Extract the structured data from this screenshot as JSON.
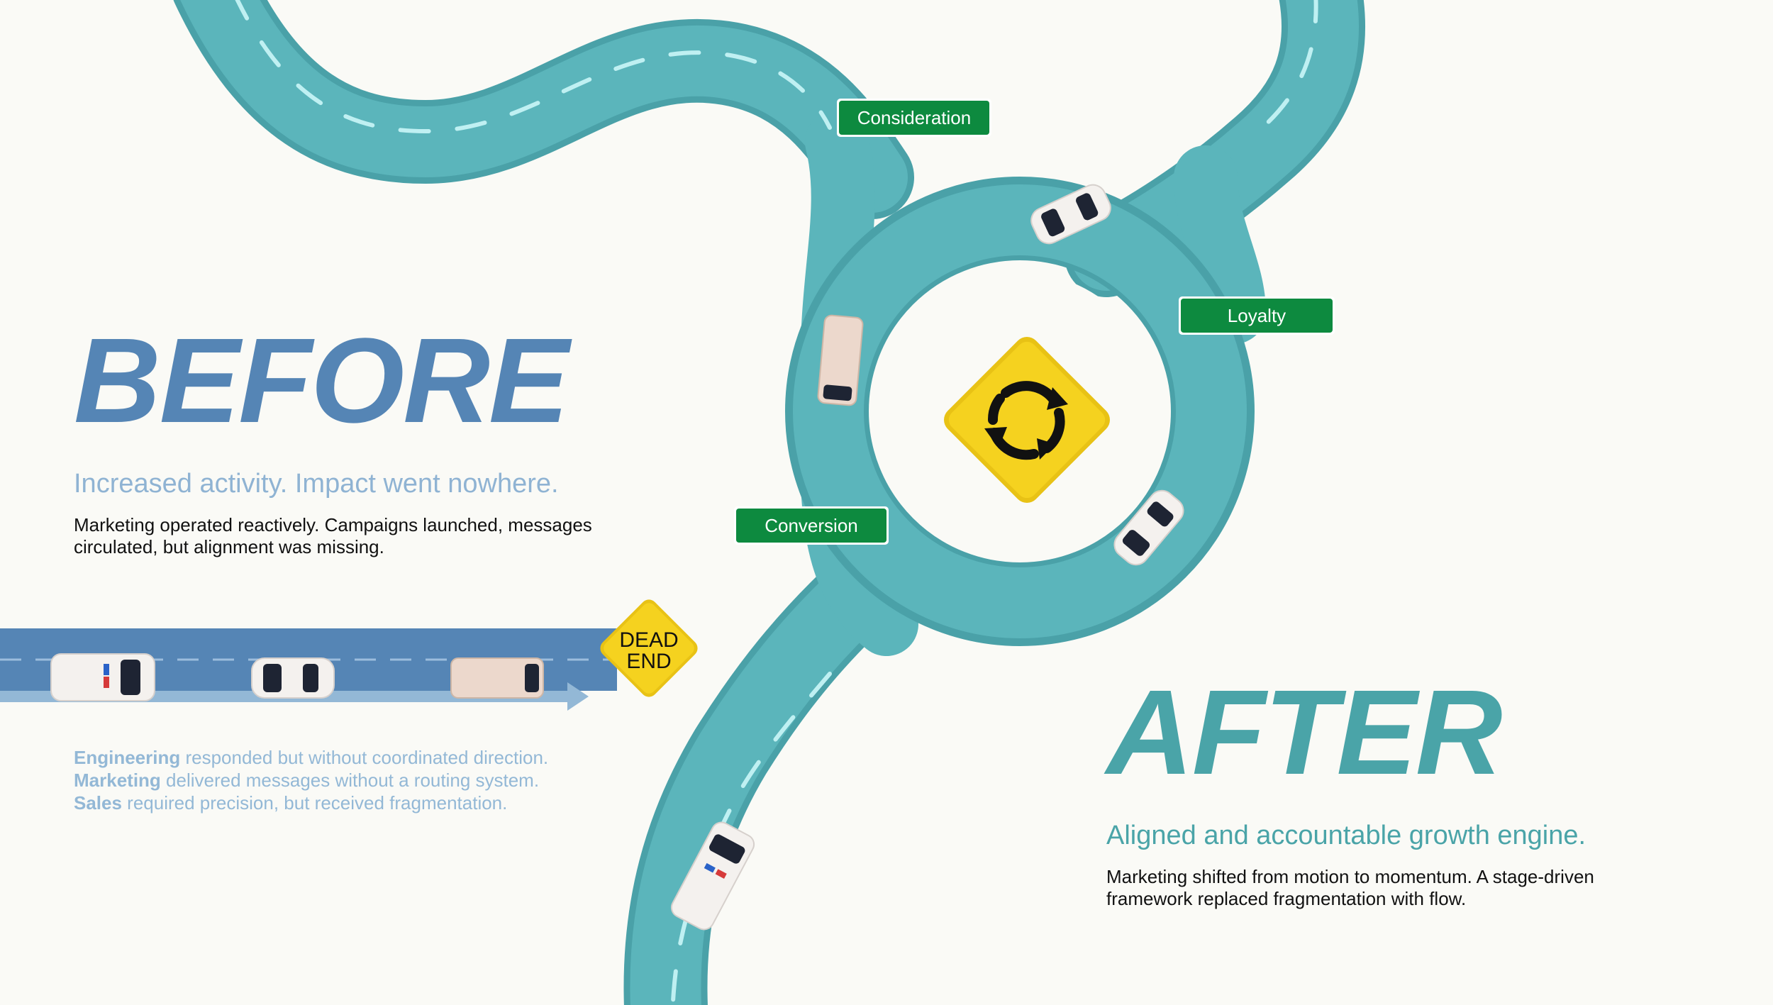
{
  "before": {
    "title": "BEFORE",
    "subtitle": "Increased activity. Impact went nowhere.",
    "body": "Marketing operated reactively. Campaigns launched, messages circulated, but alignment was missing.",
    "teams": [
      {
        "name": "Engineering",
        "text": " responded but without coordinated direction."
      },
      {
        "name": "Marketing",
        "text": " delivered messages without a routing system."
      },
      {
        "name": "Sales",
        "text": " required precision, but received fragmentation."
      }
    ]
  },
  "after": {
    "title": "AFTER",
    "subtitle": "Aligned and accountable growth engine.",
    "body": "Marketing shifted from motion to momentum. A stage-driven framework replaced fragmentation with flow."
  },
  "signs": {
    "consideration": "Consideration",
    "loyalty": "Loyalty",
    "conversion": "Conversion",
    "dead_end_line1": "DEAD",
    "dead_end_line2": "END"
  },
  "colors": {
    "road_teal": "#5bb5bb",
    "road_blue": "#5585b5",
    "sign_green": "#0d8a3f",
    "sign_yellow": "#f5d21f",
    "background": "#fafaf6"
  },
  "icons": {
    "roundabout": "roundabout-arrows-icon"
  }
}
